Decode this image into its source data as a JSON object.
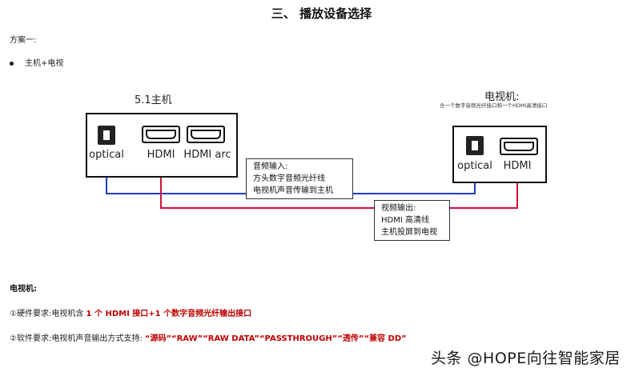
{
  "title": "三、 播放设备选择",
  "plan_label": "方案一:",
  "bullet": "主机+电视",
  "host": {
    "title": "5.1主机",
    "ports": [
      "optical",
      "HDMI",
      "HDMI arc"
    ]
  },
  "tv": {
    "title": "电视机:",
    "subtitle": "含一个数字音频光纤接口和一个HDMI高清接口",
    "ports": [
      "optical",
      "HDMI"
    ]
  },
  "callout_audio": [
    "音频输入:",
    "方头数字音频光纤线",
    "电视机声音传输到主机"
  ],
  "callout_video": [
    "视频输出:",
    "HDMI 高清线",
    "主机投屏到电视"
  ],
  "section": {
    "heading": "电视机:",
    "hw_prefix": "①硬件要求:电视机含",
    "hw_highlight": "1 个 HDMI 接口+1 个数字音频光纤输出接口",
    "sw_prefix": "②软件要求:电视机声音输出方式支持:",
    "sw_highlight": "“源码”“RAW”“RAW DATA”“PASSTHROUGH”“透传”“兼容 DD”"
  },
  "watermark": "头条 @HOPE向往智能家居",
  "colors": {
    "optical_cable": "#1f3fc4",
    "hdmi_cable": "#d0103a",
    "highlight": "#c00000"
  }
}
